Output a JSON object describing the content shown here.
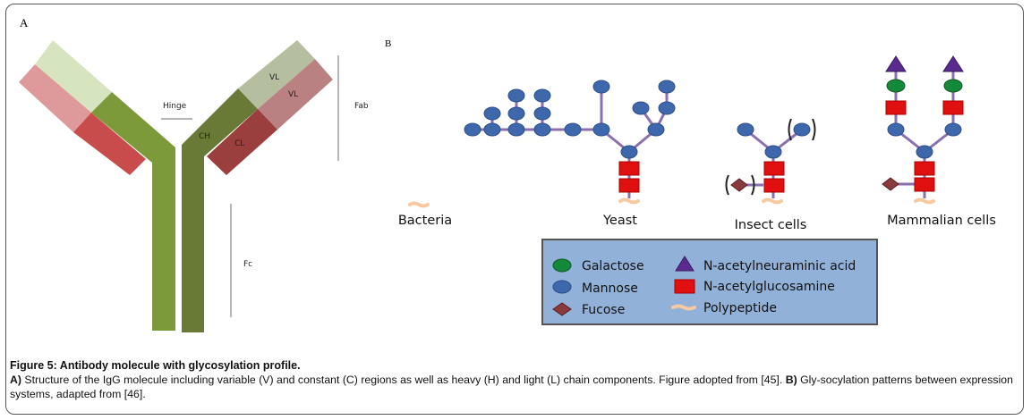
{
  "panel_a": {
    "label": "A",
    "labels": {
      "hinge": "Hinge",
      "vl_upper": "VL",
      "vl_lower": "VL",
      "ch": "CH",
      "cl": "CL",
      "fab": "Fab",
      "fc": "Fc"
    },
    "colors": {
      "heavy_left": "#7d9a3a",
      "heavy_right": "#687a35",
      "light_left_outer": "#d6e4bf",
      "light_left_inner": "#de9a9a",
      "light_left_const": "#c94c4c",
      "light_right_outer": "#b5bfa0",
      "light_right_mid": "#b98181",
      "light_right_const": "#9a3e3e"
    }
  },
  "panel_b": {
    "label": "B",
    "systems": [
      "Bacteria",
      "Yeast",
      "Insect cells",
      "Mammalian cells"
    ],
    "legend": {
      "items": [
        {
          "label": "Galactose",
          "icon": "galactose-oval-icon"
        },
        {
          "label": "N-acetylneuraminic acid",
          "icon": "triangle-icon"
        },
        {
          "label": "Mannose",
          "icon": "mannose-oval-icon"
        },
        {
          "label": "N-acetylglucosamine",
          "icon": "square-icon"
        },
        {
          "label": "Fucose",
          "icon": "diamond-icon"
        },
        {
          "label": "Polypeptide",
          "icon": "polypeptide-icon"
        }
      ],
      "background": "#92b1d8"
    },
    "colors": {
      "mannose": "#3e68ab",
      "glcnac": "#e01010",
      "galactose": "#138a3a",
      "neuac": "#5b2a8f",
      "fucose": "#8a3a3a",
      "polypeptide": "#f7c9a0",
      "linker": "#8b6fb0"
    }
  },
  "caption": {
    "title": "Figure 5: Antibody molecule with glycosylation profile.",
    "a_label": "A)",
    "a_text": " Structure of the IgG molecule including variable (V) and constant (C) regions as well as heavy (H) and light (L) chain components. Figure adopted from [45]. ",
    "b_label": "B)",
    "b_text": " Gly-socylation patterns between expression systems, adapted from [46]."
  }
}
